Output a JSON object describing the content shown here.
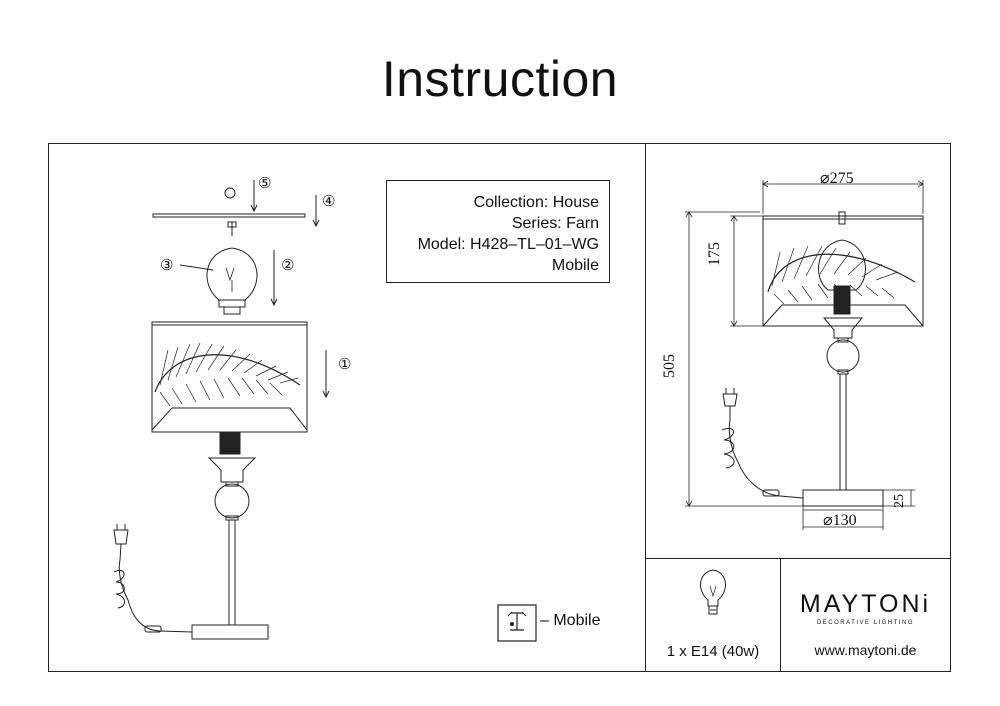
{
  "doc": {
    "title": "Instruction"
  },
  "info": {
    "collection": "Collection: House",
    "series": "Series: Farn",
    "model": "Model: H428–TL–01–WG",
    "mobile": "Mobile"
  },
  "exploded": {
    "step1": "1",
    "step2": "2",
    "step3": "3",
    "step4": "4",
    "step5": "5"
  },
  "mobile_legend": {
    "label": "– Mobile"
  },
  "dimensions": {
    "shade_diameter": "⌀275",
    "shade_height": "175",
    "total_height": "505",
    "base_height": "25",
    "base_diameter": "⌀130"
  },
  "bulb": {
    "spec": "1 x E14 (40w)"
  },
  "brand": {
    "name": "MAYTONi",
    "tagline": "DECORATIVE LIGHTING",
    "website": "www.maytoni.de"
  },
  "colors": {
    "line": "#222222",
    "background": "#ffffff"
  }
}
